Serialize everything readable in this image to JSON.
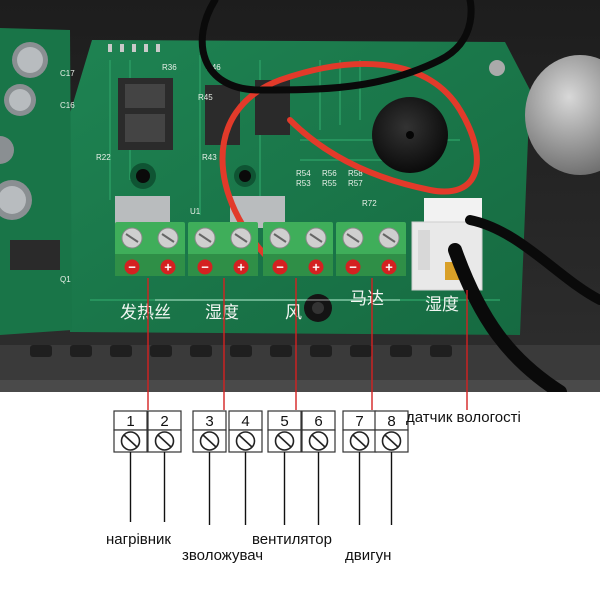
{
  "pcb": {
    "group_labels": [
      "发热丝",
      "湿度",
      "风",
      "马达",
      "湿度"
    ],
    "polarity": {
      "minus": "−",
      "plus": "+"
    },
    "silkscreen": [
      "R54",
      "R56",
      "R58",
      "R53",
      "R55",
      "R57",
      "R72",
      "R43",
      "R22",
      "R45",
      "U1",
      "Q1",
      "C17",
      "C16",
      "R36",
      "R46"
    ]
  },
  "terminals": {
    "numbers": [
      "1",
      "2",
      "3",
      "4",
      "5",
      "6",
      "7",
      "8"
    ]
  },
  "captions": {
    "heater": "нагрівник",
    "humidifier": "зволожувач",
    "fan": "вентилятор",
    "motor": "двигун",
    "humidity_sensor": "датчик вологості"
  },
  "colors": {
    "pcb": "#1c7a4c",
    "terminal_green": "#3fae5a",
    "marker_red": "#d42121",
    "wire_red": "#e23a2a"
  }
}
